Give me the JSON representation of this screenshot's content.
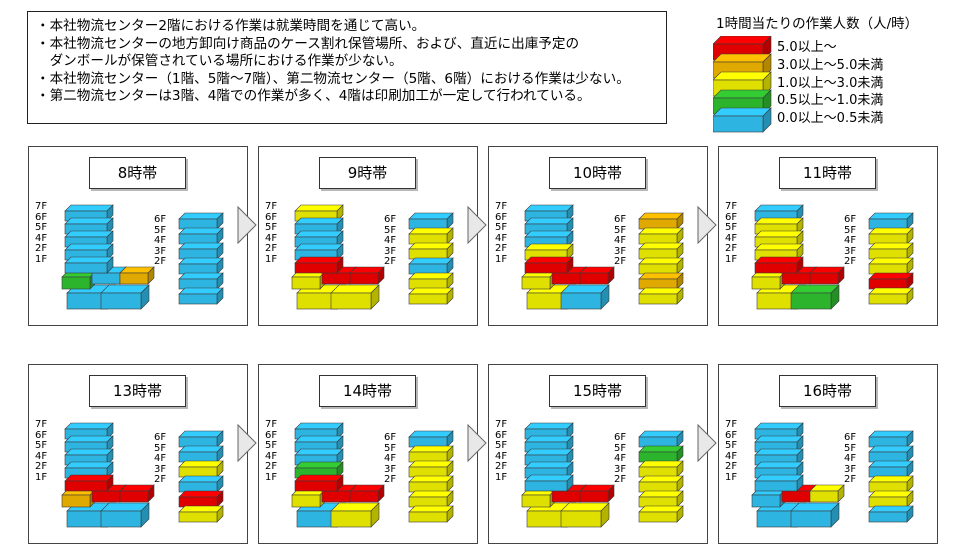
{
  "notes": [
    "・本社物流センター2階における作業は就業時間を通じて高い。",
    "・本社物流センターの地方卸向け商品のケース割れ保管場所、および、直近に出庫予定の",
    "　ダンボールが保管されている場所における作業が少ない。",
    "・本社物流センター（1階、5階～7階）、第二物流センター（5階、6階）における作業は少ない。",
    "・第二物流センターは3階、4階での作業が多く、4階は印刷加工が一定して行われている。"
  ],
  "legend": {
    "title": "1時間当たりの作業人数（人/時）",
    "items": [
      {
        "label": "5.0以上～",
        "color": "#ff0000"
      },
      {
        "label": "3.0以上～5.0未満",
        "color": "#ffc000"
      },
      {
        "label": "1.0以上～3.0未満",
        "color": "#ffff00"
      },
      {
        "label": "0.5以上～1.0未満",
        "color": "#33cc33"
      },
      {
        "label": "0.0以上～0.5未満",
        "color": "#33ccff"
      }
    ]
  },
  "colors": {
    "R": "#ff0000",
    "O": "#ffc000",
    "Y": "#ffff00",
    "G": "#33cc33",
    "C": "#33ccff"
  },
  "floors_main": [
    "7F",
    "6F",
    "5F",
    "4F",
    "2F",
    "1F"
  ],
  "floors_second": [
    "6F",
    "5F",
    "4F",
    "3F",
    "2F"
  ],
  "panels": [
    {
      "title": "8時帯",
      "main_upper": [
        "C",
        "C",
        "C",
        "C",
        "C"
      ],
      "f2": [
        "G",
        "C",
        "O"
      ],
      "f1": [
        "C",
        "C"
      ],
      "second": [
        "C",
        "C",
        "C",
        "C",
        "C",
        "C"
      ]
    },
    {
      "title": "9時帯",
      "main_upper": [
        "Y",
        "C",
        "C",
        "C",
        "R"
      ],
      "f2": [
        "Y",
        "R",
        "R"
      ],
      "f1": [
        "Y",
        "Y"
      ],
      "second": [
        "C",
        "Y",
        "Y",
        "C",
        "Y",
        "Y"
      ]
    },
    {
      "title": "10時帯",
      "main_upper": [
        "C",
        "C",
        "C",
        "Y",
        "R"
      ],
      "f2": [
        "Y",
        "R",
        "R"
      ],
      "f1": [
        "Y",
        "C"
      ],
      "second": [
        "O",
        "Y",
        "Y",
        "Y",
        "O",
        "Y"
      ]
    },
    {
      "title": "11時帯",
      "main_upper": [
        "C",
        "Y",
        "Y",
        "Y",
        "R"
      ],
      "f2": [
        "Y",
        "R",
        "R"
      ],
      "f1": [
        "Y",
        "G"
      ],
      "second": [
        "C",
        "Y",
        "Y",
        "Y",
        "R",
        "Y"
      ]
    },
    {
      "title": "13時帯",
      "main_upper": [
        "C",
        "C",
        "C",
        "C",
        "R"
      ],
      "f2": [
        "O",
        "R",
        "R"
      ],
      "f1": [
        "C",
        "C"
      ],
      "second": [
        "C",
        "C",
        "Y",
        "C",
        "R",
        "Y"
      ]
    },
    {
      "title": "14時帯",
      "main_upper": [
        "C",
        "C",
        "C",
        "G",
        "R"
      ],
      "f2": [
        "Y",
        "R",
        "R"
      ],
      "f1": [
        "C",
        "Y"
      ],
      "second": [
        "C",
        "Y",
        "Y",
        "Y",
        "Y",
        "Y"
      ]
    },
    {
      "title": "15時帯",
      "main_upper": [
        "C",
        "C",
        "C",
        "C",
        "C"
      ],
      "f2": [
        "Y",
        "R",
        "R"
      ],
      "f1": [
        "Y",
        "Y"
      ],
      "second": [
        "C",
        "G",
        "Y",
        "Y",
        "Y",
        "Y"
      ]
    },
    {
      "title": "16時帯",
      "main_upper": [
        "C",
        "C",
        "C",
        "C",
        "C"
      ],
      "f2": [
        "C",
        "R",
        "Y"
      ],
      "f1": [
        "C",
        "C"
      ],
      "second": [
        "C",
        "C",
        "C",
        "Y",
        "Y",
        "C"
      ]
    }
  ]
}
